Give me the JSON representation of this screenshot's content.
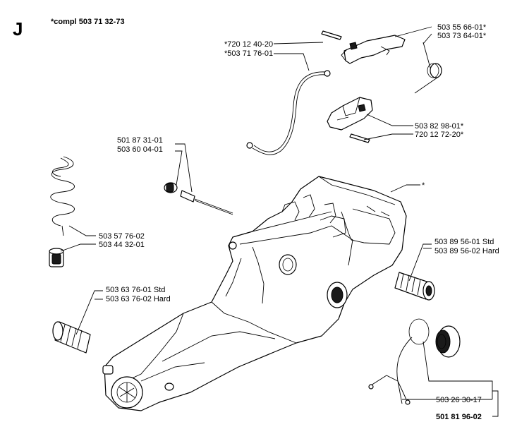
{
  "section_letter": "J",
  "kit_note": "*compl 503 71 32-73",
  "callouts": {
    "c1": "503 55 66-01*",
    "c2": "503 73 64-01*",
    "c3": "*720 12 40-20",
    "c4": "*503 71 76-01",
    "c5": "503 82 98-01*",
    "c6": "720 12 72-20*",
    "c7": "501 87 31-01",
    "c8": "503 60 04-01",
    "c9": "*",
    "c10": "503 57 76-02",
    "c11": "503 44 32-01",
    "c12": "503 89 56-01 Std",
    "c13": "503 89 56-02 Hard",
    "c14": "503 63 76-01 Std",
    "c15": "503 63 76-02 Hard",
    "c16": "503 26 30-17",
    "c17": "501 81 96-02"
  }
}
